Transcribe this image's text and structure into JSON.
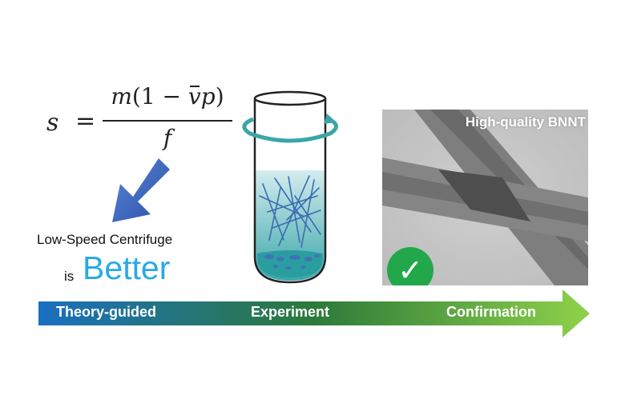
{
  "formula": {
    "lhs": "s",
    "equals": "=",
    "numerator_m": "m",
    "numerator_open": "(1 − ",
    "numerator_v": "v",
    "numerator_p": "p",
    "numerator_close": ")",
    "denominator": "f"
  },
  "conclusion": {
    "line1": "Low-Speed Centrifuge",
    "prefix": "is",
    "emphasis": "Better",
    "emphasis_color": "#2aa9e4"
  },
  "tem_image": {
    "label": "High-quality BNNT",
    "badge_symbol": "✓",
    "badge_color": "#22a84a"
  },
  "workflow": {
    "gradient_colors": [
      "#1a6fc0",
      "#2c7a3a",
      "#8fd24a"
    ],
    "stages": [
      "Theory-guided",
      "Experiment",
      "Confirmation"
    ]
  }
}
